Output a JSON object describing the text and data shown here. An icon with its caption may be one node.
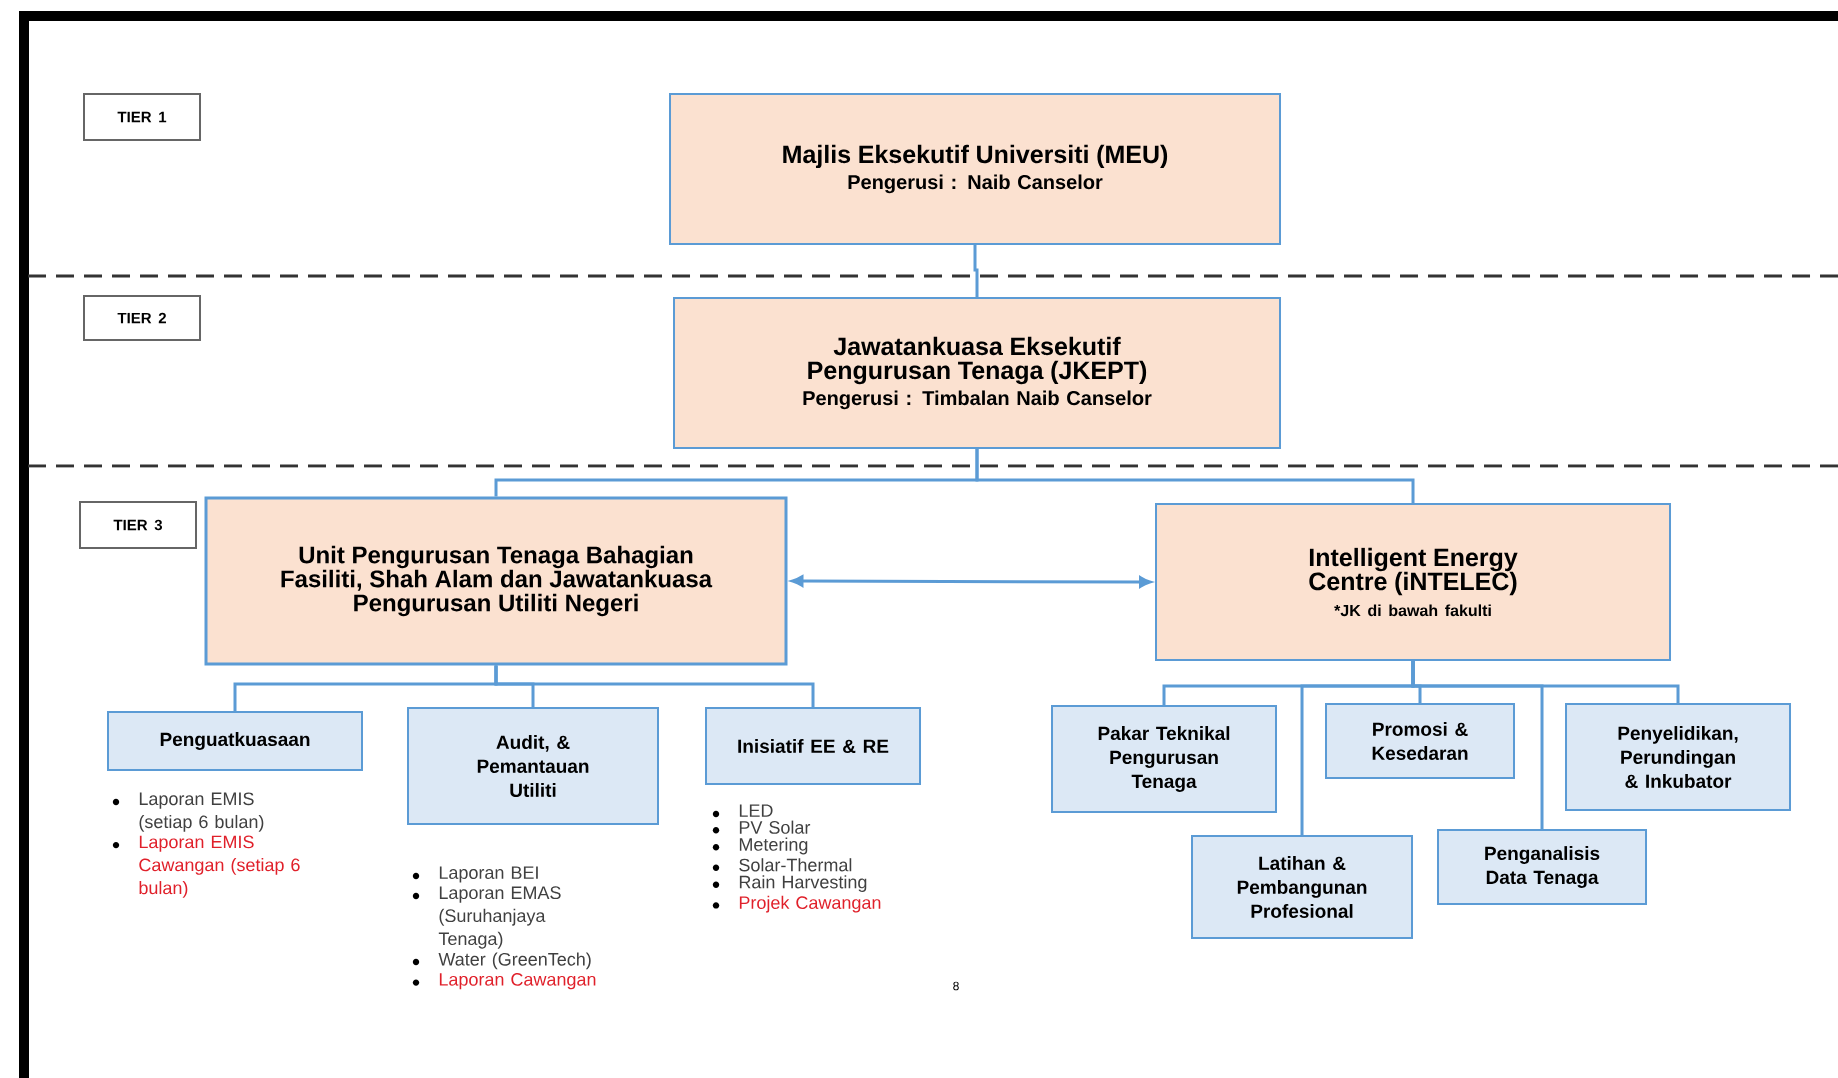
{
  "diagram": {
    "nodes": [
      {
        "text": [
          "TIER 1"
        ]
      },
      {
        "text": [
          "TIER 2"
        ]
      },
      {
        "text": [
          "TIER 3"
        ]
      },
      {
        "text": [
          "Majlis Eksekutif Universiti (MEU)",
          "Pengerusi : Naib Canselor"
        ]
      },
      {
        "text": [
          "Jawatankuasa Eksekutif Pengurusan Tenaga (JKEPT)",
          "Pengerusi : Timbalan Naib Canselor"
        ]
      },
      {
        "text": [
          "Unit Pengurusan Tenaga Bahagian Fasiliti, Shah Alam dan Jawatankuasa Pengurusan Utiliti Negeri"
        ]
      },
      {
        "text": [
          "Intelligent Energy Centre (iNTELEC)",
          "*JK di bawah fakulti"
        ]
      },
      {
        "text": [
          "Penguatkuasaan"
        ],
        "beside": [
          "Laporan EMIS (setiap 6 bulan)",
          "Laporan EMIS Cawangan (setiap 6 bulan)"
        ]
      },
      {
        "text": [
          "Audit, & Pemantauan Utiliti"
        ],
        "beside": [
          "Laporan BEI",
          "Laporan EMAS (Suruhanjaya Tenaga)",
          "Water (GreenTech)",
          "Laporan Cawangan"
        ]
      },
      {
        "text": [
          "Inisiatif EE & RE"
        ],
        "beside": [
          "LED",
          "PV Solar",
          "Metering",
          "Solar-Thermal",
          "Rain Harvesting",
          "Projek Cawangan"
        ]
      },
      {
        "text": [
          "Pakar Teknikal Pengurusan Tenaga"
        ]
      },
      {
        "text": [
          "Latihan & Pembangunan Profesional"
        ]
      },
      {
        "text": [
          "Promosi & Kesedaran"
        ]
      },
      {
        "text": [
          "Penganalisis Data Tenaga"
        ]
      },
      {
        "text": [
          "Penyelidikan, Perundingan & Inkubator"
        ]
      }
    ],
    "edges": [
      {
        "from": 3,
        "to": 4,
        "arrow": "none"
      },
      {
        "from": 4,
        "to": 5,
        "arrow": "none"
      },
      {
        "from": 4,
        "to": 6,
        "arrow": "none"
      },
      {
        "from": 5,
        "to": 6,
        "arrow": "both"
      },
      {
        "from": 5,
        "to": 7,
        "arrow": "none"
      },
      {
        "from": 5,
        "to": 8,
        "arrow": "none"
      },
      {
        "from": 5,
        "to": 9,
        "arrow": "none"
      },
      {
        "from": 6,
        "to": 10,
        "arrow": "none"
      },
      {
        "from": 6,
        "to": 11,
        "arrow": "none"
      },
      {
        "from": 6,
        "to": 12,
        "arrow": "none"
      },
      {
        "from": 6,
        "to": 13,
        "arrow": "none"
      },
      {
        "from": 6,
        "to": 14,
        "arrow": "none"
      }
    ],
    "labels": [
      "8"
    ]
  }
}
